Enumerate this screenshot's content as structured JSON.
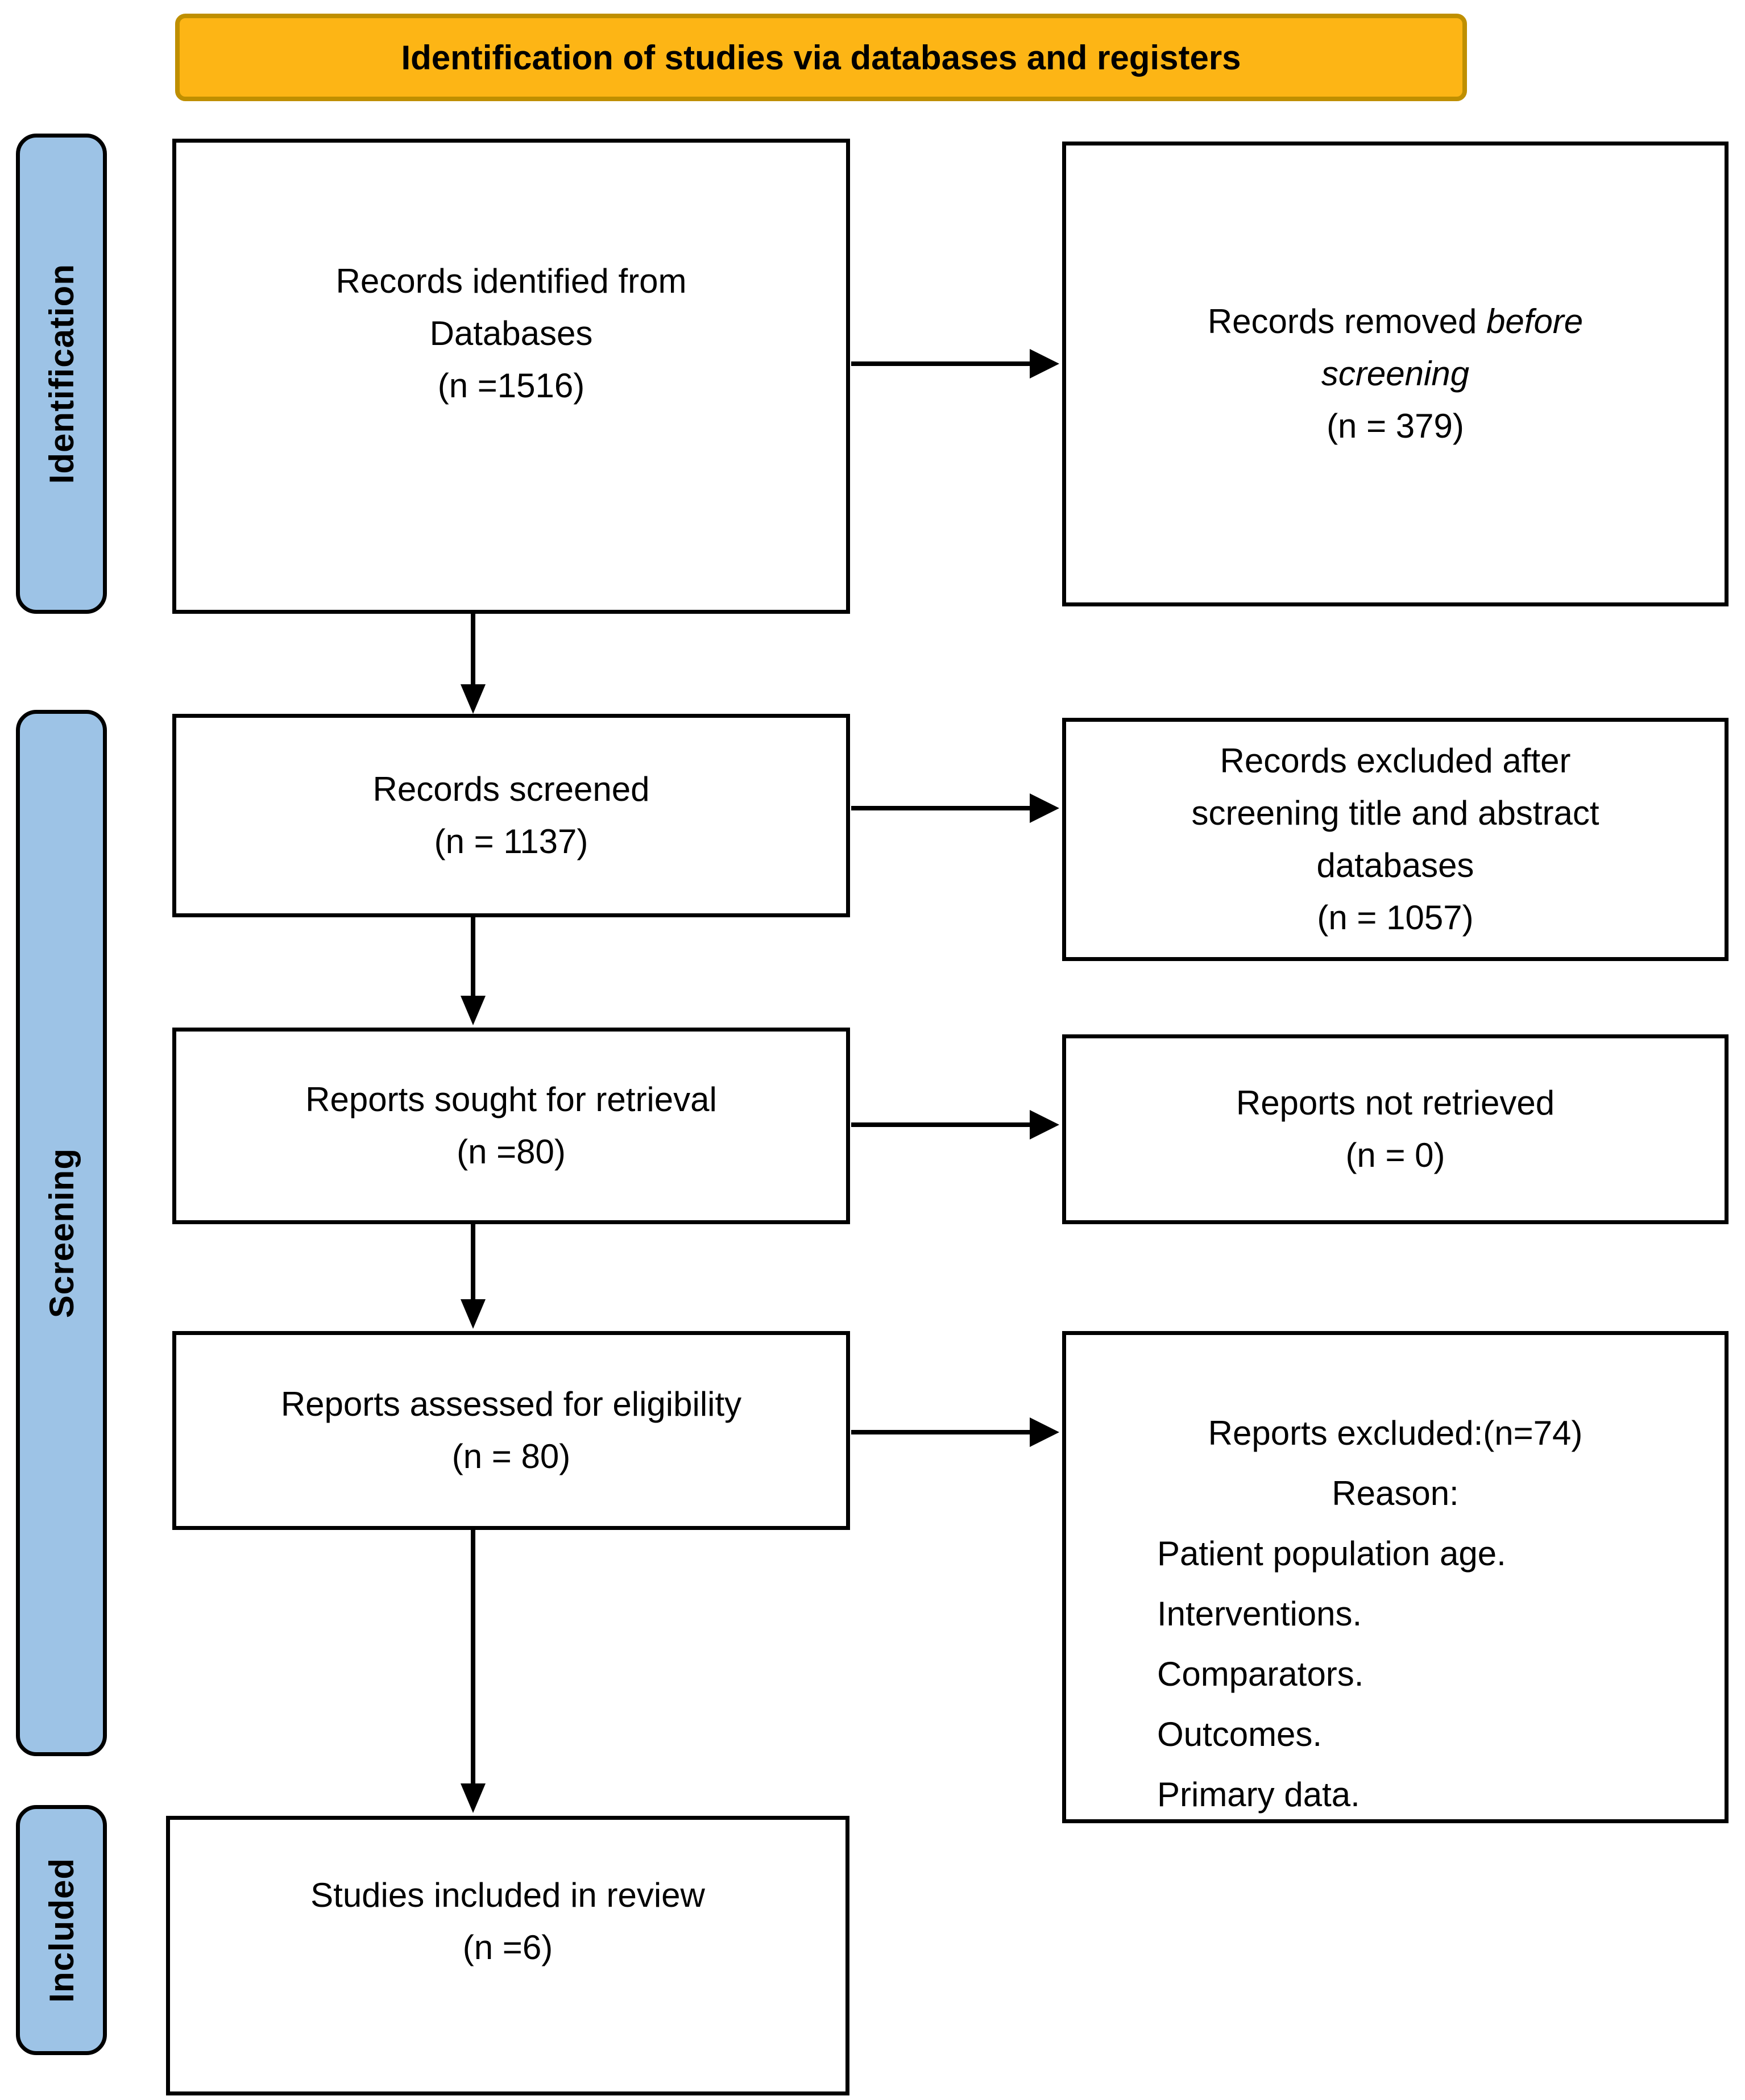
{
  "banner": {
    "label": "Identification of studies via databases and registers"
  },
  "stages": {
    "identification": "Identification",
    "screening": "Screening",
    "included": "Included"
  },
  "flow": {
    "records_identified": {
      "lines": [
        "Records identified from",
        "Databases",
        "(n =1516)"
      ]
    },
    "records_removed": {
      "prefix": "Records removed ",
      "italic_word1": "before",
      "italic_word2": "screening",
      "count": "(n = 379)"
    },
    "records_screened": {
      "lines": [
        "Records screened",
        "(n = 1137)"
      ]
    },
    "records_excluded": {
      "lines": [
        "Records excluded after",
        "screening title and abstract",
        "databases",
        "(n = 1057)"
      ]
    },
    "reports_sought": {
      "lines": [
        "Reports sought for retrieval",
        "(n =80)"
      ]
    },
    "reports_not_retrieved": {
      "lines": [
        "Reports not retrieved",
        "(n = 0)"
      ]
    },
    "reports_assessed": {
      "lines": [
        "Reports assessed for eligibility",
        "(n = 80)"
      ]
    },
    "reports_excluded": {
      "header": "Reports excluded:(n=74)",
      "subheader": "Reason:",
      "reasons": [
        "Patient population age.",
        "Interventions.",
        "Comparators.",
        "Outcomes.",
        "Primary data."
      ]
    },
    "studies_included": {
      "lines": [
        "Studies included in review",
        "(n =6)"
      ]
    }
  },
  "colors": {
    "banner_fill": "#FDB515",
    "banner_border": "#BF8F00",
    "stage_fill": "#9DC3E6",
    "box_border": "#000000",
    "arrow": "#000000"
  }
}
